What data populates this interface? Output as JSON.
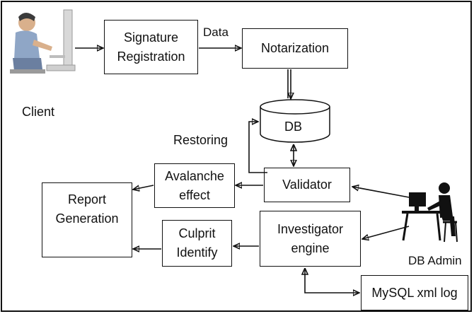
{
  "nodes": {
    "signature_registration": "Signature\nRegistration",
    "notarization": "Notarization",
    "db": "DB",
    "validator": "Validator",
    "avalanche_effect": "Avalanche\neffect",
    "report_generation": "Report\nGeneration",
    "culprit_identify": "Culprit\nIdentify",
    "investigator_engine": "Investigator\nengine",
    "mysql_xml_log": "MySQL xml log"
  },
  "labels": {
    "client": "Client",
    "data": "Data",
    "restoring": "Restoring",
    "db_admin": "DB Admin"
  },
  "icons": {
    "client": "person-at-computer-icon",
    "db_admin": "person-at-desk-icon"
  },
  "colors": {
    "stroke": "#111111",
    "client_skin": "#d9b08c",
    "client_shirt": "#8fa6c6",
    "monitor": "#d8d8d8"
  }
}
